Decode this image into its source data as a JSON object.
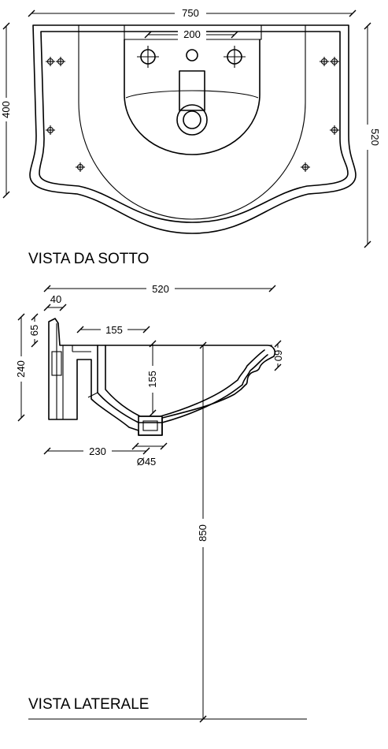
{
  "bottom_view": {
    "title": "VISTA DA SOTTO",
    "dims": {
      "total_width": "750",
      "hole_spacing": "200",
      "mount_height": "400",
      "total_depth": "520"
    }
  },
  "side_view": {
    "title": "VISTA LATERALE",
    "dims": {
      "depth": "520",
      "rim": "40",
      "back_height": "65",
      "height": "240",
      "inner_offset": "155",
      "inner_depth": "155",
      "front_rim": "60",
      "drain_offset": "230",
      "drain_diameter": "Ø45",
      "mount_height": "850"
    }
  }
}
